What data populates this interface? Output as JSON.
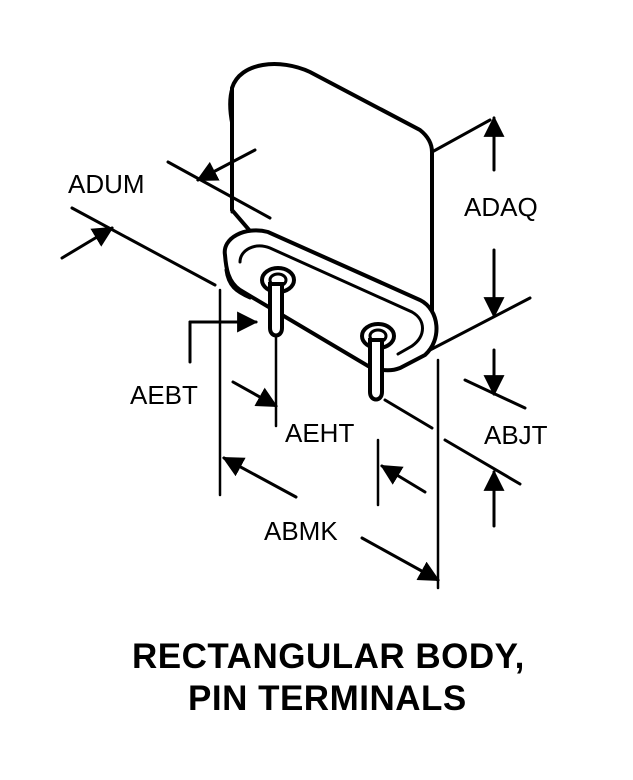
{
  "labels": {
    "adum": "ADUM",
    "adaq": "ADAQ",
    "aebt": "AEBT",
    "aeht": "AEHT",
    "abjt": "ABJT",
    "abmk": "ABMK"
  },
  "caption": {
    "line1": "RECTANGULAR BODY,",
    "line2": "PIN TERMINALS"
  }
}
